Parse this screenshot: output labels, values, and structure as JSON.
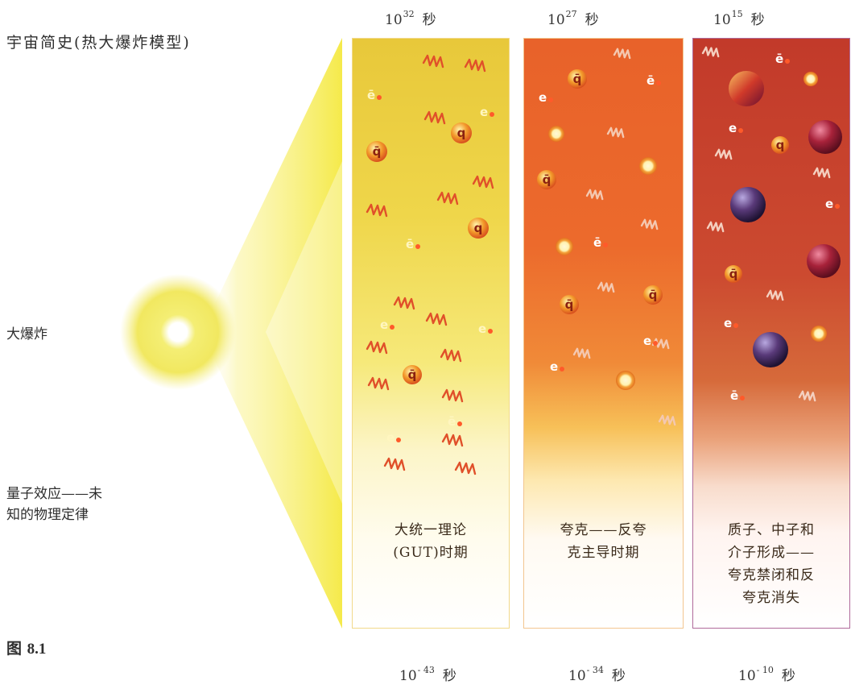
{
  "title": "宇宙简史(热大爆炸模型)",
  "side_labels": {
    "big_bang": "大爆炸",
    "quantum_line1": "量子效应——未",
    "quantum_line2": "知的物理定律"
  },
  "figure_label": {
    "prefix": "图",
    "number": "8.1"
  },
  "time_unit": "秒",
  "top_times": [
    {
      "base": "10",
      "exp": "32"
    },
    {
      "base": "10",
      "exp": "27"
    },
    {
      "base": "10",
      "exp": "15"
    }
  ],
  "bottom_times": [
    {
      "base": "10",
      "exp": "- 43"
    },
    {
      "base": "10",
      "exp": "- 34"
    },
    {
      "base": "10",
      "exp": "- 10"
    }
  ],
  "panels": [
    {
      "lines": [
        "大统一理论",
        "(GUT)时期"
      ]
    },
    {
      "lines": [
        "夸克——反夸",
        "克主导时期"
      ]
    },
    {
      "lines": [
        "质子、中子和",
        "介子形成——",
        "夸克禁闭和反",
        "夸克消失"
      ]
    }
  ],
  "particle_labels": {
    "electron": "e",
    "positron": "ē",
    "quark": "q",
    "antiquark": "q̄"
  },
  "colors": {
    "cone": "#f7ec5a",
    "panel_gut": "#e8c83a",
    "panel_quark": "#e8622a",
    "panel_hadron": "#c23a2a",
    "proton": "#a8223a",
    "neutron": "#5a3a7a"
  }
}
